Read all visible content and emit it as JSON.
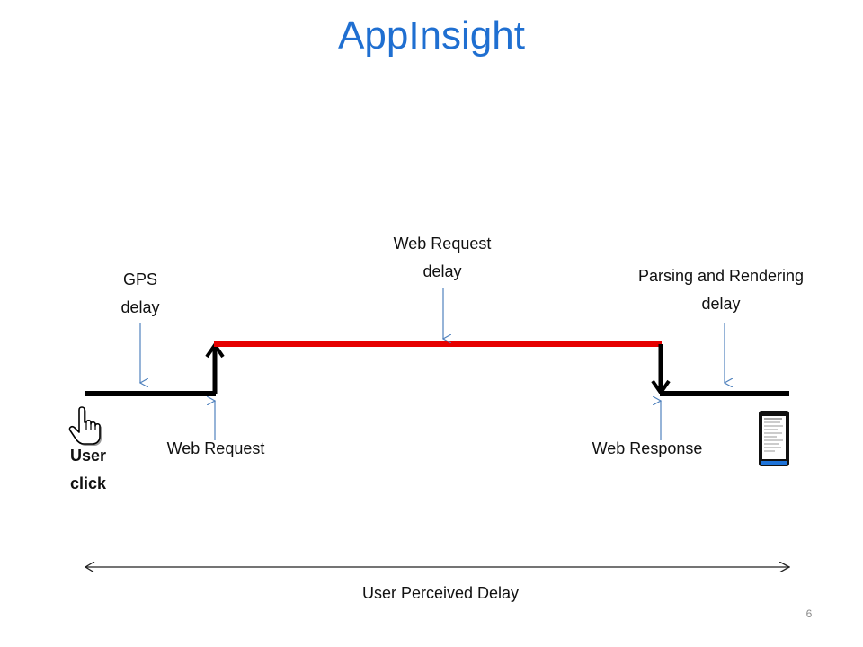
{
  "title": "AppInsight",
  "labels": {
    "gps_delay": [
      "GPS",
      "delay"
    ],
    "web_request_delay": [
      "Web Request",
      "delay"
    ],
    "parsing_rendering_delay": [
      "Parsing and Rendering",
      "delay"
    ],
    "web_request": "Web Request",
    "web_response": "Web Response",
    "user_click": [
      "User",
      "click"
    ],
    "user_perceived_delay": "User Perceived Delay"
  },
  "icons": {
    "user_click": "pointing-hand-icon",
    "device": "smartphone-icon"
  },
  "colors": {
    "title": "#1f6fd1",
    "timeline": "#000000",
    "web_request_segment": "#e60000",
    "pointer_arrows": "#4f81bd"
  },
  "page_number": "6"
}
